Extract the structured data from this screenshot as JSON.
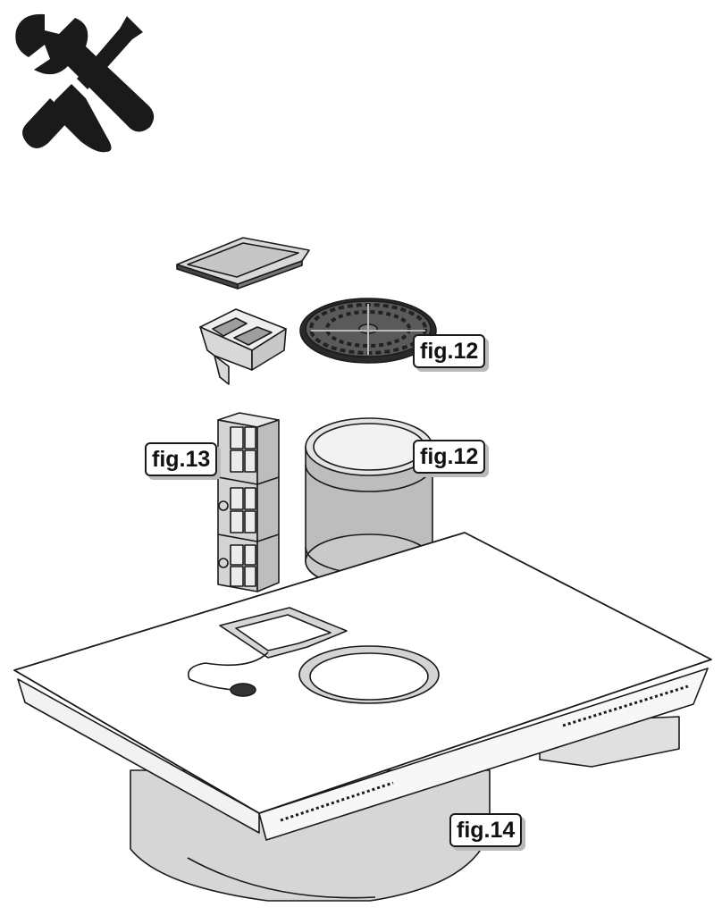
{
  "header": {
    "icon": "tools-icon"
  },
  "labels": {
    "fig12_grille": "fig.12",
    "fig12_cylinder": "fig.12",
    "fig13_filters": "fig.13",
    "fig14_hob": "fig.14"
  },
  "colors": {
    "line": "#1a1a1a",
    "part_fill": "#bdbdbd",
    "surface": "#ffffff",
    "shadow": "#b9b9b9"
  }
}
